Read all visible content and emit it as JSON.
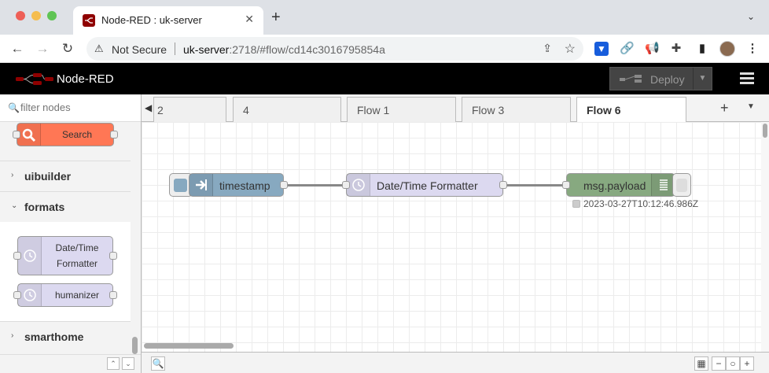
{
  "browser": {
    "tab_title": "Node-RED : uk-server",
    "security_label": "Not Secure",
    "url_host": "uk-server",
    "url_rest": ":2718/#flow/cd14c3016795854a"
  },
  "header": {
    "title": "Node-RED",
    "deploy_label": "Deploy"
  },
  "palette": {
    "filter_placeholder": "filter nodes",
    "search_node_label": "Search",
    "categories": [
      {
        "label": "uibuilder",
        "expanded": false
      },
      {
        "label": "formats",
        "expanded": true
      },
      {
        "label": "smarthome",
        "expanded": false
      }
    ],
    "formats_nodes": [
      "Date/Time Formatter",
      "humanizer"
    ]
  },
  "workspace": {
    "tabs": [
      "2",
      "4",
      "Flow 1",
      "Flow 3",
      "Flow 6"
    ],
    "active_tab": "Flow 6",
    "nodes": {
      "inject": "timestamp",
      "formatter": "Date/Time Formatter",
      "debug": "msg.payload"
    },
    "debug_status": "2023-03-27T10:12:46.986Z"
  },
  "colors": {
    "inject": "#87a9c0",
    "formatter": "#dcd9f0",
    "debug": "#87a980",
    "search": "#ff7755"
  }
}
